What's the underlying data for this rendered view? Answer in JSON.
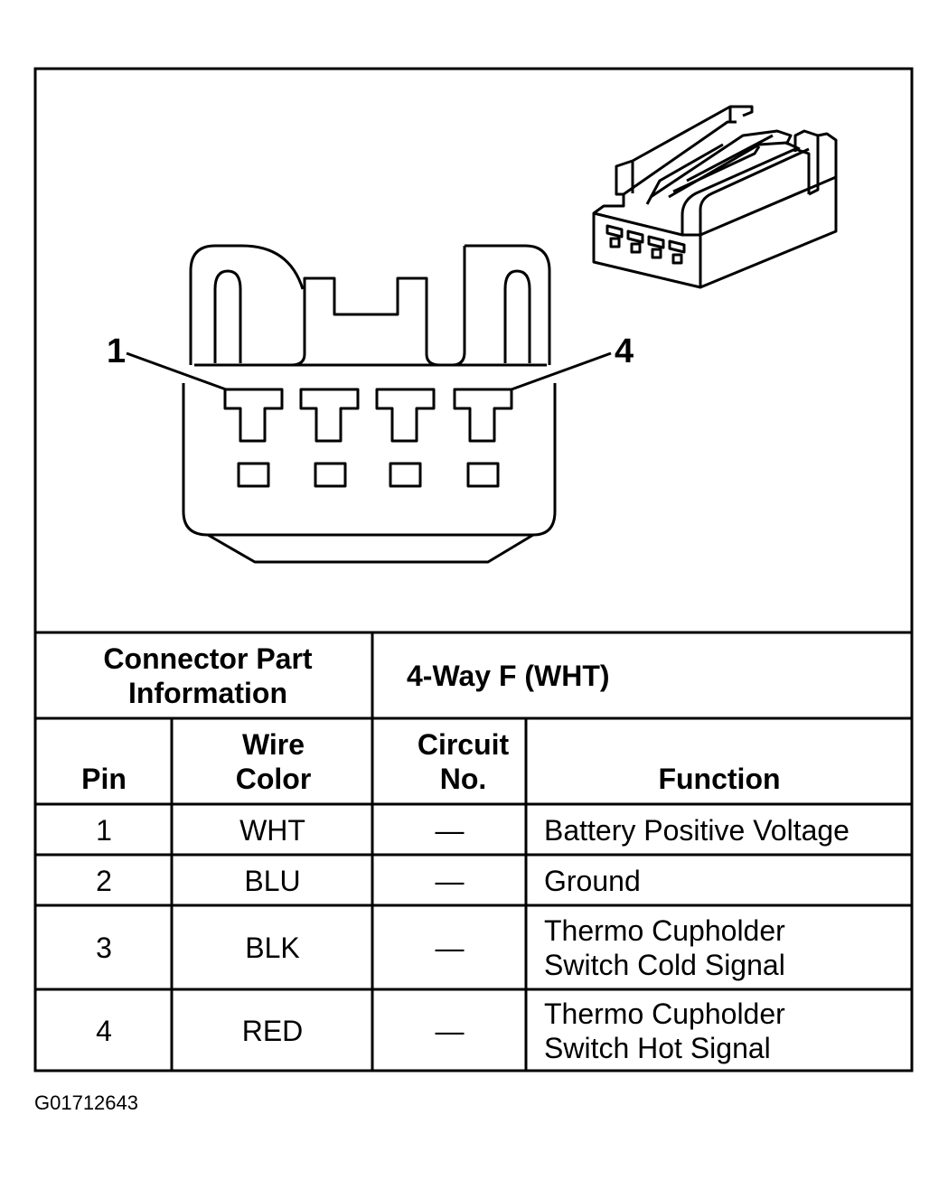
{
  "connector": {
    "pin_labels": {
      "first": "1",
      "last": "4"
    }
  },
  "table": {
    "part_info_label": "Connector Part Information",
    "part_info_value": "4-Way F (WHT)",
    "headers": {
      "pin": "Pin",
      "wire_color": "Wire Color",
      "circuit_no": "Circuit No.",
      "function": "Function"
    },
    "rows": [
      {
        "pin": "1",
        "wire_color": "WHT",
        "circuit_no": "—",
        "function": "Battery Positive Voltage"
      },
      {
        "pin": "2",
        "wire_color": "BLU",
        "circuit_no": "—",
        "function": "Ground"
      },
      {
        "pin": "3",
        "wire_color": "BLK",
        "circuit_no": "—",
        "function": "Thermo Cupholder Switch Cold Signal"
      },
      {
        "pin": "4",
        "wire_color": "RED",
        "circuit_no": "—",
        "function": "Thermo Cupholder Switch Hot Signal"
      }
    ]
  },
  "figure_code": "G01712643"
}
